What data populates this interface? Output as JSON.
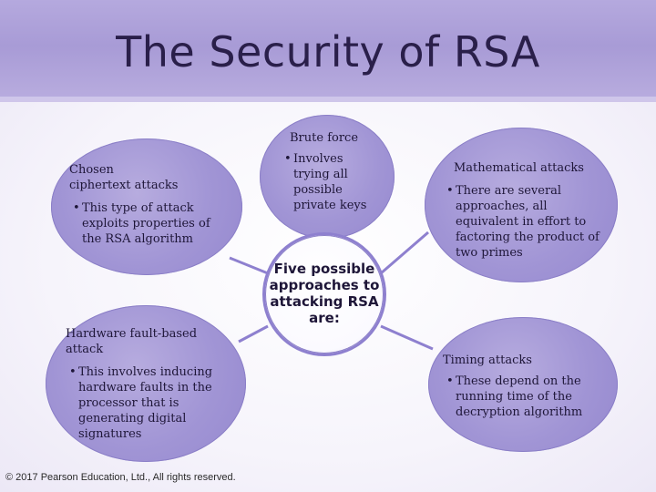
{
  "slide": {
    "title": "The Security of RSA",
    "footer": "© 2017 Pearson Education, Ltd., All rights reserved."
  },
  "center": {
    "label": "Five possible approaches to attacking RSA are:"
  },
  "approaches": {
    "brute_force": {
      "title": "Brute force",
      "bullet": "Involves trying all possible private keys"
    },
    "mathematical": {
      "title": "Mathematical attacks",
      "bullet": "There are several approaches, all equivalent in effort to factoring the product of two primes"
    },
    "timing": {
      "title": "Timing attacks",
      "bullet": "These depend on the running time of the decryption algorithm"
    },
    "chosen_ciphertext": {
      "title": "Chosen ciphertext attacks",
      "bullet": "This type of attack exploits properties of the RSA algorithm"
    },
    "hardware_fault": {
      "title": "Hardware fault-based attack",
      "bullet": "This involves inducing hardware faults in the processor that is generating digital signatures"
    }
  },
  "colors": {
    "node_fill": "#a195d5",
    "center_border": "#8e80cf",
    "connector": "#8e80cf",
    "title_text": "#2a1f4a"
  }
}
